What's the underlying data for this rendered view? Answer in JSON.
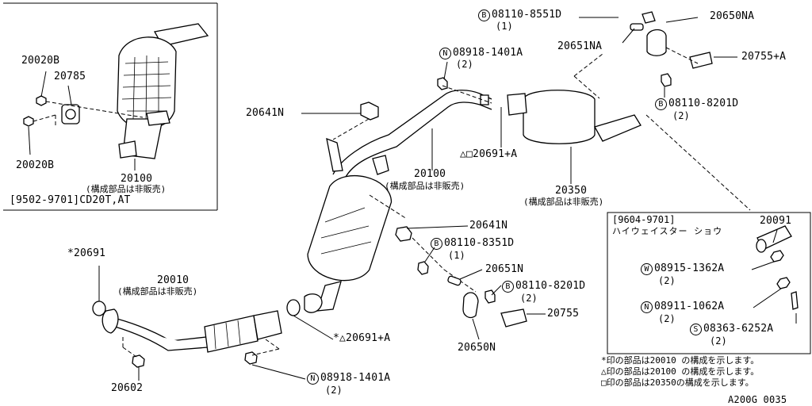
{
  "labels": {
    "p20020b_top": "20020B",
    "p20785": "20785",
    "p20020b_bot": "20020B",
    "p20100_inset": "20100",
    "p20100_inset_note": "(構成部品は非販売)",
    "inset_caption": "[9502-9701]CD20T,AT",
    "p08110_8551d": "08110-8551D",
    "p08110_8551d_qty": "(1)",
    "p20650na": "20650NA",
    "p20651na": "20651NA",
    "p20755a_top": "20755+A",
    "p08918_1401a_top": "08918-1401A",
    "p08918_1401a_top_qty": "(2)",
    "p08110_8201d_top": "08110-8201D",
    "p08110_8201d_top_qty": "(2)",
    "p20641n_top": "20641N",
    "p20691a_mid": "△□20691+A",
    "p20100_main": "20100",
    "p20100_main_note": "(構成部品は非販売)",
    "p20350": "20350",
    "p20350_note": "(構成部品は非販売)",
    "p20641n_mid": "20641N",
    "p08110_8351d": "08110-8351D",
    "p08110_8351d_qty": "(1)",
    "p20651n": "20651N",
    "p08110_8201d_mid": "08110-8201D",
    "p08110_8201d_mid_qty": "(2)",
    "p20755": "20755",
    "p20650n": "20650N",
    "p20691_star": "*20691",
    "p20010": "20010",
    "p20010_note": "(構成部品は非販売)",
    "p20691a_star": "*△20691+A",
    "p08918_1401a_bot": "08918-1401A",
    "p08918_1401a_bot_qty": "(2)",
    "p20602": "20602"
  },
  "circle_letters": {
    "b": "B",
    "n": "N",
    "w": "W",
    "s": "S"
  },
  "box": {
    "caption": "[9604-9701]",
    "subtitle": "ハイウェイスター ショウ",
    "p20091": "20091",
    "p08915_1362a": "08915-1362A",
    "p08915_1362a_qty": "(2)",
    "p08911_1062a": "08911-1062A",
    "p08911_1062a_qty": "(2)",
    "p08363_6252a": "08363-6252A",
    "p08363_6252a_qty": "(2)"
  },
  "notes": [
    "*印の部品は20010 の構成を示します。",
    "△印の部品は20100 の構成を示します。",
    "□印の部品は20350の構成を示します。"
  ],
  "footer_code": "A200G 0035"
}
